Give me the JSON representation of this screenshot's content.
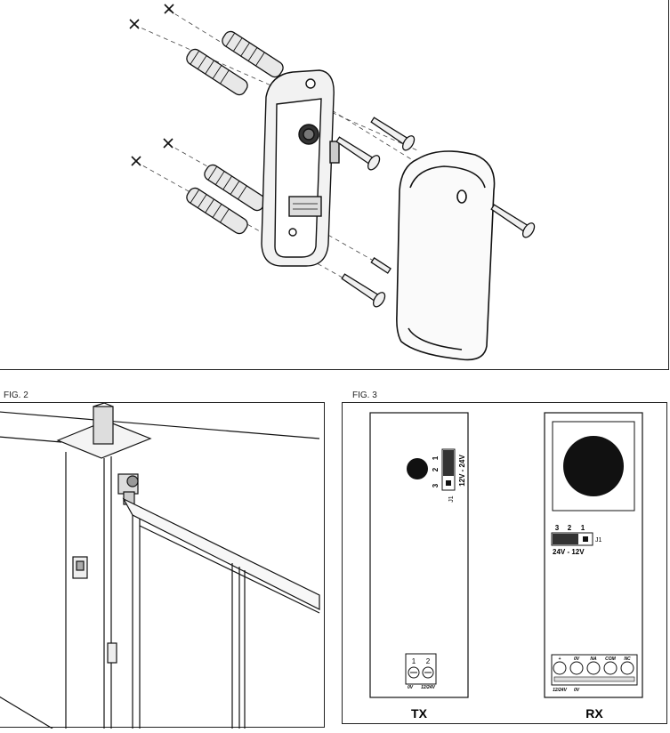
{
  "figures": {
    "fig2_label": "FIG. 2",
    "fig3_label": "FIG. 3"
  },
  "tx": {
    "label": "TX",
    "jumper_pins": [
      "1",
      "2",
      "3"
    ],
    "jumper_tag": "J1",
    "voltage": "12V - 24V",
    "terminal_numbers": [
      "1",
      "2"
    ],
    "terminal_labels": [
      "0V",
      "12/24V"
    ]
  },
  "rx": {
    "label": "RX",
    "jumper_pins": [
      "3",
      "2",
      "1"
    ],
    "jumper_tag": "J1",
    "voltage": "24V - 12V",
    "terminal_top_labels": [
      "+",
      "0V",
      "NA",
      "COM",
      "NC"
    ],
    "terminal_bottom_labels": [
      "12/24V",
      "0V"
    ]
  },
  "icons": [
    "screw-icon",
    "wall-plug-icon",
    "photocell-base-icon",
    "photocell-cover-icon",
    "gate-post-icon",
    "lens-icon",
    "terminal-block-icon",
    "jumper-icon"
  ]
}
